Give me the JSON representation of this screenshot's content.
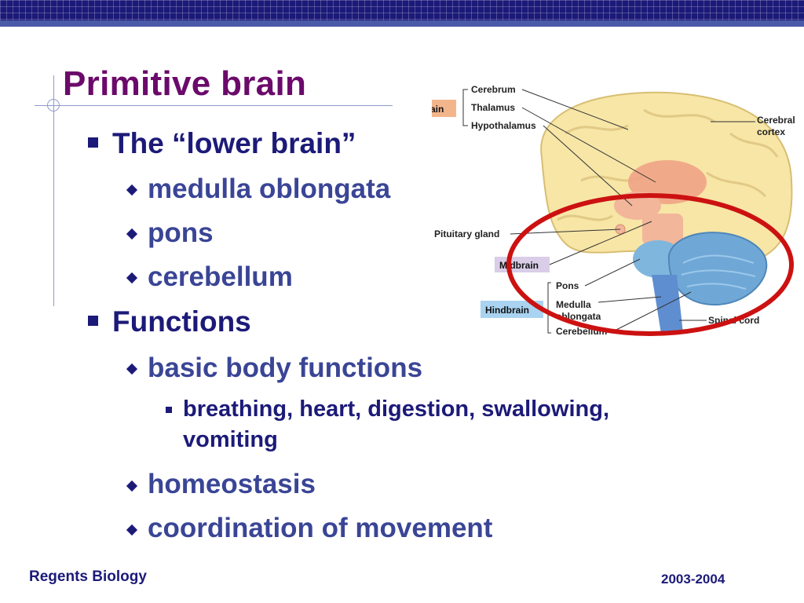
{
  "title": "Primitive brain",
  "bullets": {
    "lower_brain": "The “lower brain”",
    "medulla": "medulla oblongata",
    "pons": "pons",
    "cerebellum": "cerebellum",
    "functions": "Functions",
    "basic": "basic body functions",
    "breathing_line1": "breathing, heart, digestion, swallowing,",
    "breathing_line2": "vomiting",
    "homeostasis": "homeostasis",
    "coordination": "coordination of movement"
  },
  "figure": {
    "region_labels": {
      "forebrain": "Forebrain",
      "midbrain": "Midbrain",
      "hindbrain": "Hindbrain"
    },
    "labels": {
      "cerebrum": "Cerebrum",
      "thalamus": "Thalamus",
      "hypothalamus": "Hypothalamus",
      "cerebral_cortex_1": "Cerebral",
      "cerebral_cortex_2": "cortex",
      "pituitary": "Pituitary gland",
      "pons": "Pons",
      "medulla_1": "Medulla",
      "medulla_2": "oblongata",
      "cerebellum": "Cerebellum",
      "spinal_cord": "Spinal cord"
    },
    "colors": {
      "forebrain_tag": "#f3b68c",
      "midbrain_tag": "#d9cde8",
      "hindbrain_tag": "#a9d3f0",
      "highlight_circle": "#cc1111"
    }
  },
  "footer": {
    "left": "Regents Biology",
    "right": "2003-2004"
  }
}
